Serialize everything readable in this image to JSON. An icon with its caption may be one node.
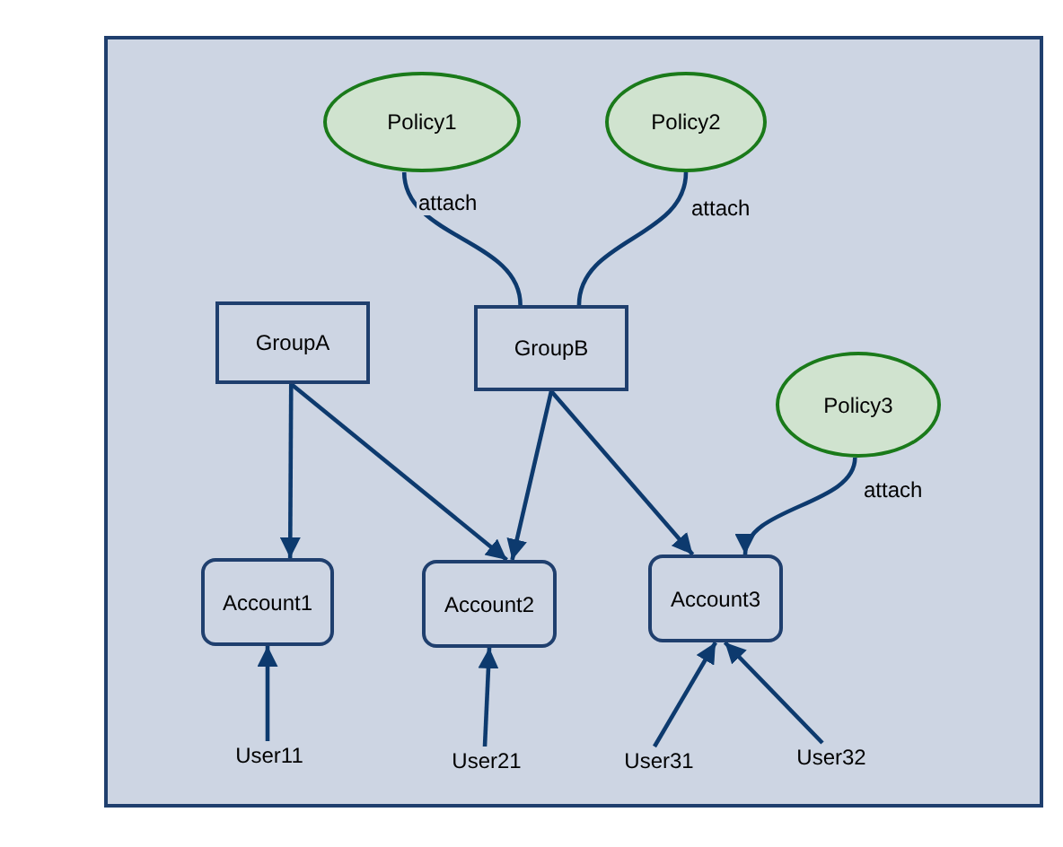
{
  "diagram": {
    "nodes": [
      {
        "text": [
          "Policy1"
        ]
      },
      {
        "text": [
          "Policy2"
        ]
      },
      {
        "text": [
          "GroupA"
        ]
      },
      {
        "text": [
          "GroupB"
        ]
      },
      {
        "text": [
          "Policy3"
        ]
      },
      {
        "text": [
          "Account1"
        ]
      },
      {
        "text": [
          "Account2"
        ]
      },
      {
        "text": [
          "Account3"
        ]
      },
      {
        "text": [
          "User11"
        ]
      },
      {
        "text": [
          "User21"
        ]
      },
      {
        "text": [
          "User31"
        ]
      },
      {
        "text": [
          "User32"
        ]
      }
    ],
    "edges": [
      {
        "from": 0,
        "to": 3,
        "arrow": "none",
        "label": "attach"
      },
      {
        "from": 1,
        "to": 3,
        "arrow": "none",
        "label": "attach"
      },
      {
        "from": 2,
        "to": 5,
        "arrow": "to"
      },
      {
        "from": 2,
        "to": 6,
        "arrow": "to"
      },
      {
        "from": 3,
        "to": 6,
        "arrow": "to"
      },
      {
        "from": 3,
        "to": 7,
        "arrow": "to"
      },
      {
        "from": 4,
        "to": 7,
        "arrow": "to",
        "label": "attach"
      },
      {
        "from": 8,
        "to": 5,
        "arrow": "to"
      },
      {
        "from": 9,
        "to": 6,
        "arrow": "to"
      },
      {
        "from": 10,
        "to": 7,
        "arrow": "to"
      },
      {
        "from": 11,
        "to": 7,
        "arrow": "to"
      }
    ]
  }
}
